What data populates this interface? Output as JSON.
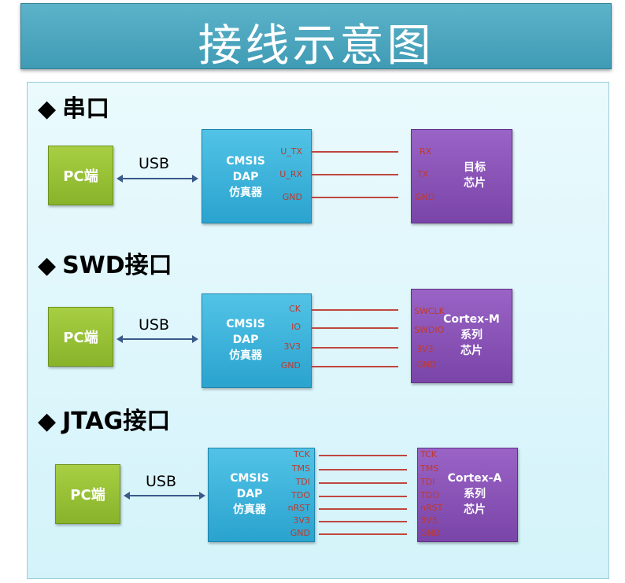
{
  "title": "接线示意图",
  "sections": [
    {
      "heading": "串口",
      "pc_label": "PC端",
      "link_label": "USB",
      "dap_label": [
        "CMSIS",
        "DAP",
        "仿真器"
      ],
      "dap_pins": [
        "U_TX",
        "U_RX",
        "GND"
      ],
      "target_pins": [
        "RX",
        "TX",
        "GND"
      ],
      "target_label": [
        "目标",
        "芯片"
      ]
    },
    {
      "heading": "SWD接口",
      "pc_label": "PC端",
      "link_label": "USB",
      "dap_label": [
        "CMSIS",
        "DAP",
        "仿真器"
      ],
      "dap_pins": [
        "CK",
        "IO",
        "3V3",
        "GND"
      ],
      "target_pins": [
        "SWCLK",
        "SWDIO",
        "3V3",
        "GND"
      ],
      "target_label": [
        "Cortex-M",
        "系列",
        "芯片"
      ]
    },
    {
      "heading": "JTAG接口",
      "pc_label": "PC端",
      "link_label": "USB",
      "dap_label": [
        "CMSIS",
        "DAP",
        "仿真器"
      ],
      "dap_pins": [
        "TCK",
        "TMS",
        "TDI",
        "TDO",
        "nRST",
        "3V3",
        "GND"
      ],
      "target_pins": [
        "TCK",
        "TMS",
        "TDI",
        "TDO",
        "nRST",
        "3V3",
        "GND"
      ],
      "target_label": [
        "Cortex-A",
        "系列",
        "芯片"
      ]
    }
  ],
  "colors": {
    "title_bg": "#4aa8c1",
    "pc_box": "#98c13a",
    "dap_box": "#3bb3dd",
    "target_box": "#8a55b6",
    "wire": "#c0463f",
    "pin_text": "#c0392b",
    "arrow": "#3a5a8a"
  }
}
